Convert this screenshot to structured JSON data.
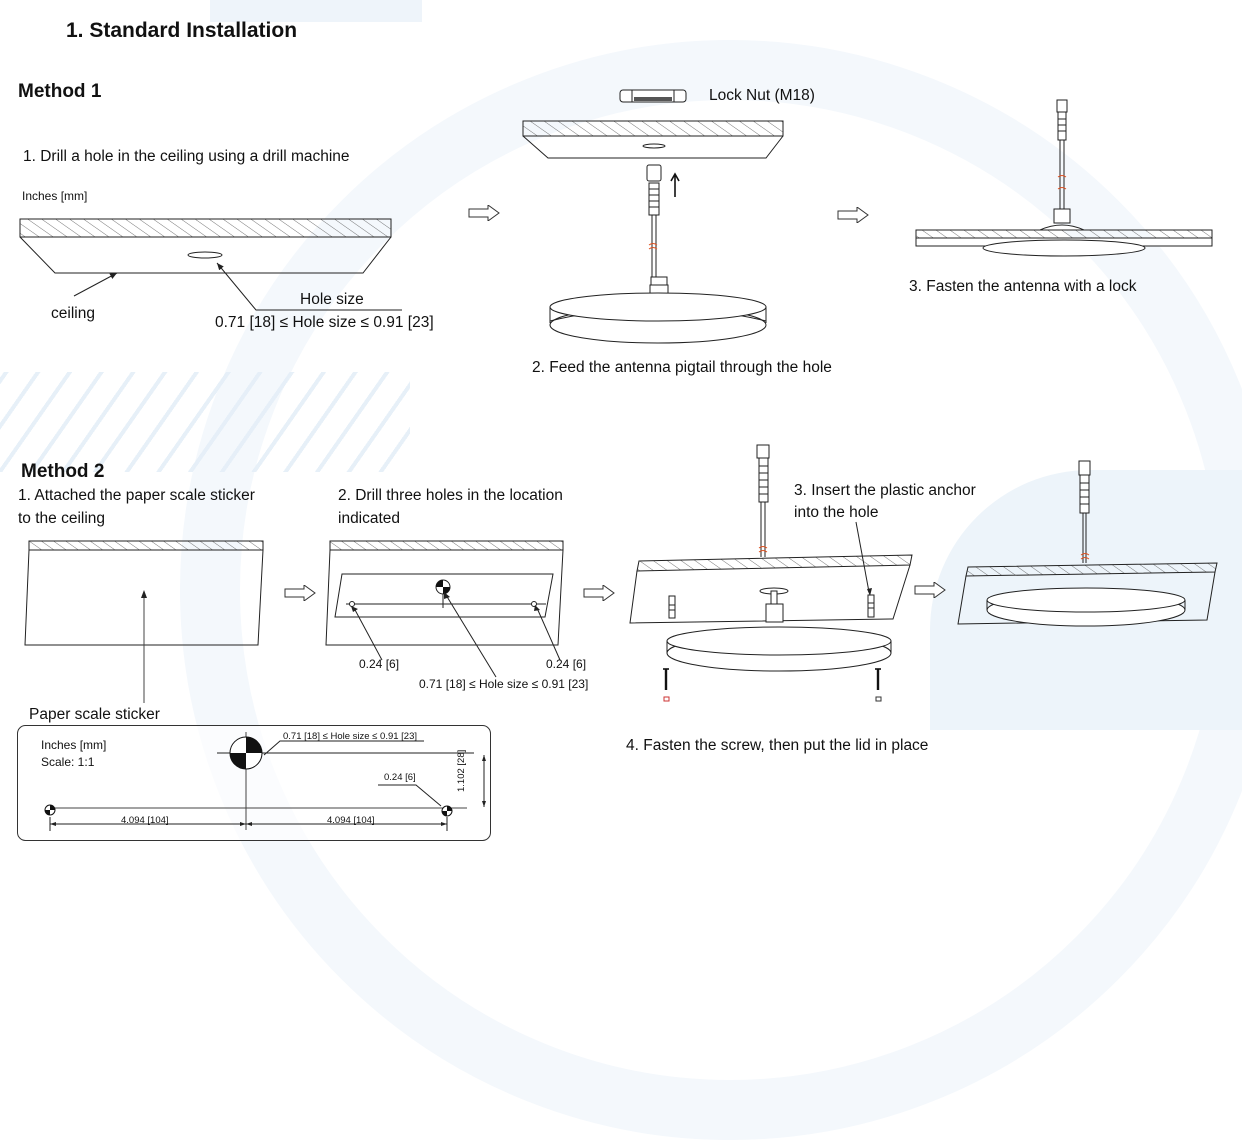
{
  "document": {
    "title": "1.  Standard Installation",
    "units_label": "Inches [mm]",
    "method1": {
      "heading": "Method 1",
      "step1": "1. Drill a hole in the ceiling  using a drill machine",
      "step1_units": "Inches [mm]",
      "ceiling_label": "ceiling",
      "hole_size_label": "Hole size",
      "hole_size_range": "0.71 [18] ≤  Hole size ≤ 0.91 [23]",
      "lock_nut_label": "Lock Nut (M18)",
      "step2": "2. Feed the antenna pigtail through the hole",
      "step3": "3. Fasten the antenna with a lock"
    },
    "method2": {
      "heading": "Method 2",
      "step1_line1": "1. Attached the paper scale sticker",
      "step1_line2": "to the ceiling",
      "step2_line1": "2. Drill three holes  in the location",
      "step2_line2": "indicated",
      "small_hole_left": "0.24 [6]",
      "small_hole_right": "0.24 [6]",
      "center_hole_range": "0.71 [18] ≤  Hole size ≤ 0.91 [23]",
      "step3_line1": "3. Insert the plastic anchor",
      "step3_line2": "into the hole",
      "step4": "4. Fasten the screw, then put the lid in place",
      "sticker_label": "Paper scale sticker"
    },
    "sticker": {
      "units": "Inches [mm]",
      "scale": "Scale: 1:1",
      "center_hole": "0.71 [18] ≤  Hole size ≤ 0.91 [23]",
      "side_hole": "0.24 [6]",
      "vertical_offset": "1.102 [28]",
      "left_spacing": "4.094 [104]",
      "right_spacing": "4.094 [104]"
    },
    "icons": {
      "flow_arrow": "right-outline-arrow",
      "push_arrow": "up-arrow",
      "cable_break": "red-break-mark"
    },
    "colors": {
      "background_tint": "#eef4fa",
      "line": "#222222",
      "cable_break": "#e0501e"
    }
  }
}
